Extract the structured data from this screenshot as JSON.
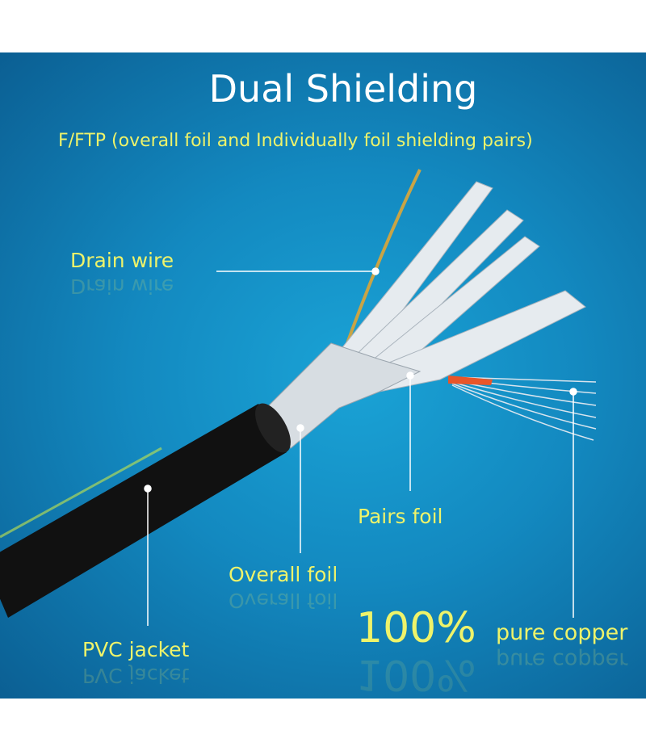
{
  "title": "Dual Shielding",
  "subtitle": "F/FTP (overall foil and Individually foil shielding pairs)",
  "labels": {
    "drain_wire": "Drain wire",
    "overall_foil": "Overall foil",
    "pairs_foil": "Pairs foil",
    "pvc_jacket": "PVC jacket",
    "percent": "100%",
    "pure_copper": "pure copper"
  },
  "colors": {
    "accent": "#eef36a",
    "background": "#1389c0"
  }
}
